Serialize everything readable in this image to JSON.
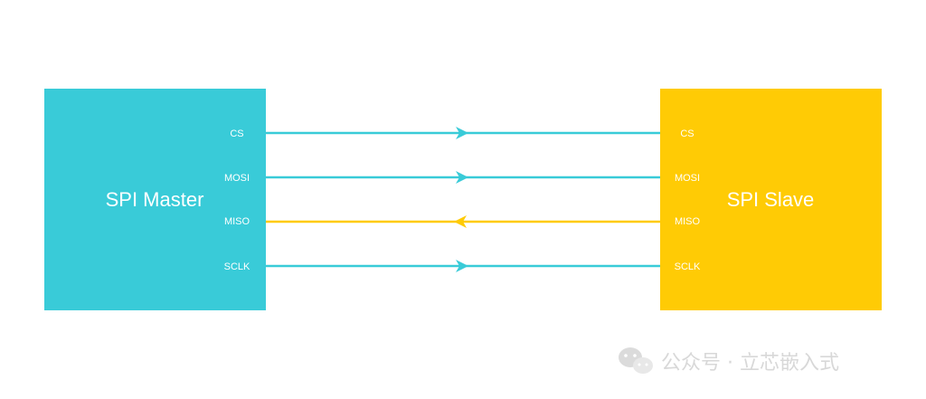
{
  "master": {
    "title": "SPI Master",
    "color": "#39cbd8",
    "pins": [
      "CS",
      "MOSI",
      "MISO",
      "SCLK"
    ]
  },
  "slave": {
    "title": "SPI Slave",
    "color": "#ffcb05",
    "pins": [
      "CS",
      "MOSI",
      "MISO",
      "SCLK"
    ]
  },
  "connections": [
    {
      "signal": "CS",
      "direction": "master-to-slave",
      "color": "#39cbd8"
    },
    {
      "signal": "MOSI",
      "direction": "master-to-slave",
      "color": "#39cbd8"
    },
    {
      "signal": "MISO",
      "direction": "slave-to-master",
      "color": "#ffcb05"
    },
    {
      "signal": "SCLK",
      "direction": "master-to-slave",
      "color": "#39cbd8"
    }
  ],
  "watermark": {
    "icon": "wechat-icon",
    "text": "公众号 · 立芯嵌入式"
  }
}
